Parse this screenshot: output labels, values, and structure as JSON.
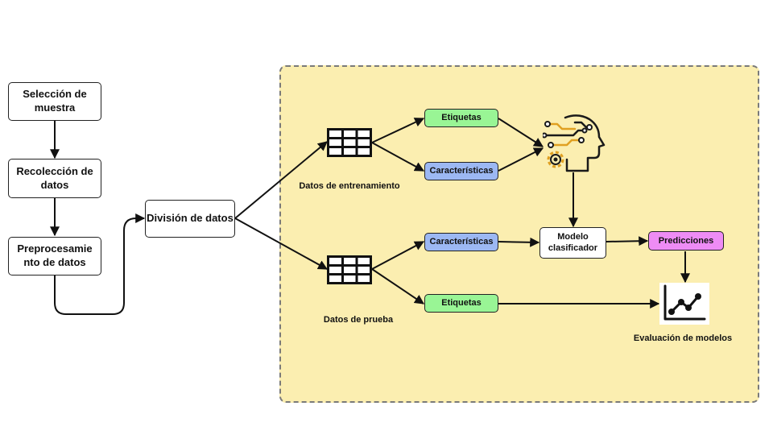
{
  "nodes": {
    "seleccion": "Selección de muestra",
    "recoleccion": "Recolección de datos",
    "preprocesamiento": "Preprocesamie nto de datos",
    "division": "División de datos",
    "etiquetas_train": "Etiquetas",
    "caracteristicas_train": "Características",
    "caracteristicas_test": "Características",
    "etiquetas_test": "Etiquetas",
    "modelo": "Modelo clasificador",
    "predicciones": "Predicciones"
  },
  "labels": {
    "entrenamiento": "Datos de entrenamiento",
    "prueba": "Datos de prueba",
    "evaluacion": "Evaluación de modelos"
  },
  "icons": [
    "table-grid-icon",
    "ai-head-gear-icon",
    "line-chart-icon"
  ],
  "colors": {
    "panel_background": "#fbeeb0",
    "etiquetas_fill": "#99f595",
    "caracteristicas_fill": "#9cb8f3",
    "predicciones_fill": "#ee8cf5",
    "ai_icon": "#e0a021"
  }
}
